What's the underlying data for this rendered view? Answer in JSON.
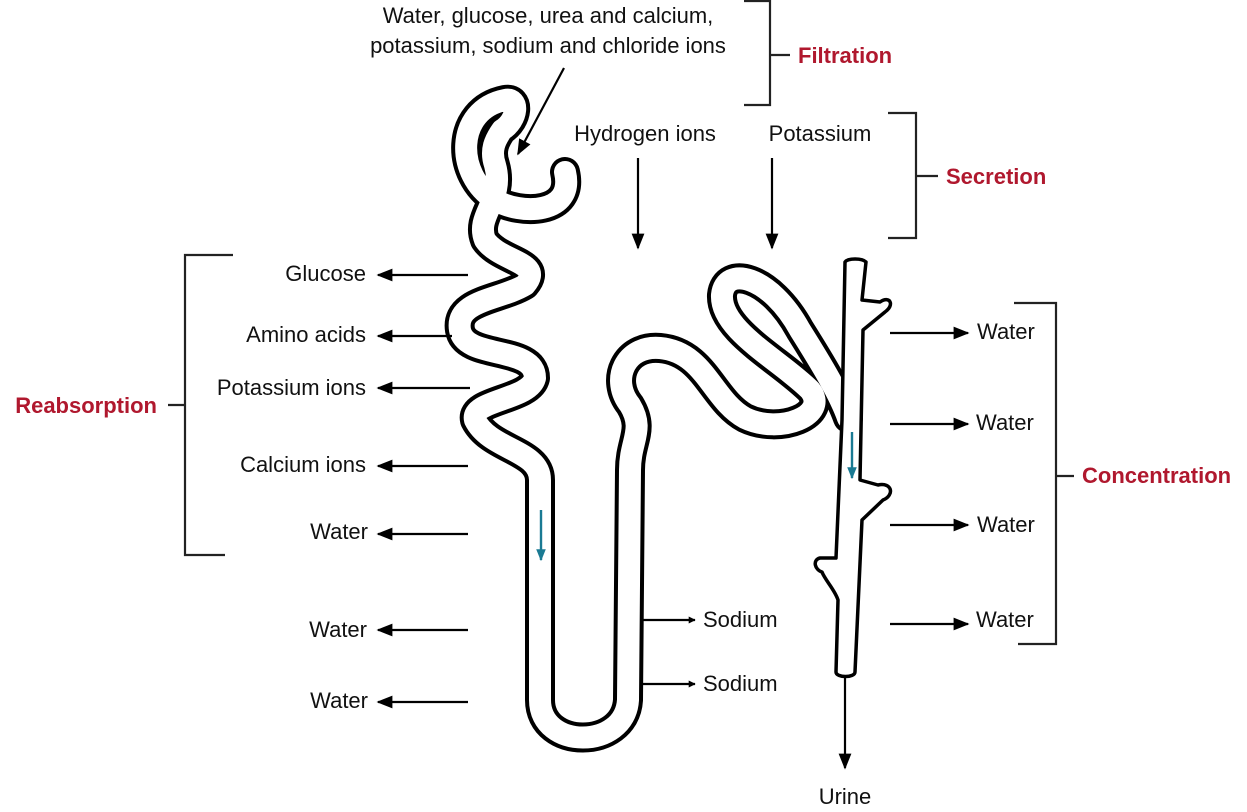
{
  "colors": {
    "process_label": "#b0182e",
    "flow_arrow": "#1a7a93",
    "line": "#000000"
  },
  "filtration": {
    "label": "Filtration",
    "substances_line1": "Water, glucose, urea and calcium,",
    "substances_line2": "potassium, sodium and chloride ions"
  },
  "secretion": {
    "label": "Secretion",
    "items": [
      "Hydrogen ions",
      "Potassium"
    ]
  },
  "reabsorption": {
    "label": "Reabsorption",
    "items": [
      "Glucose",
      "Amino acids",
      "Potassium ions",
      "Calcium ions",
      "Water"
    ]
  },
  "loop": {
    "descending_items": [
      "Water",
      "Water"
    ],
    "ascending_items": [
      "Sodium",
      "Sodium"
    ]
  },
  "concentration": {
    "label": "Concentration",
    "items": [
      "Water",
      "Water",
      "Water",
      "Water"
    ]
  },
  "output": {
    "label": "Urine"
  }
}
